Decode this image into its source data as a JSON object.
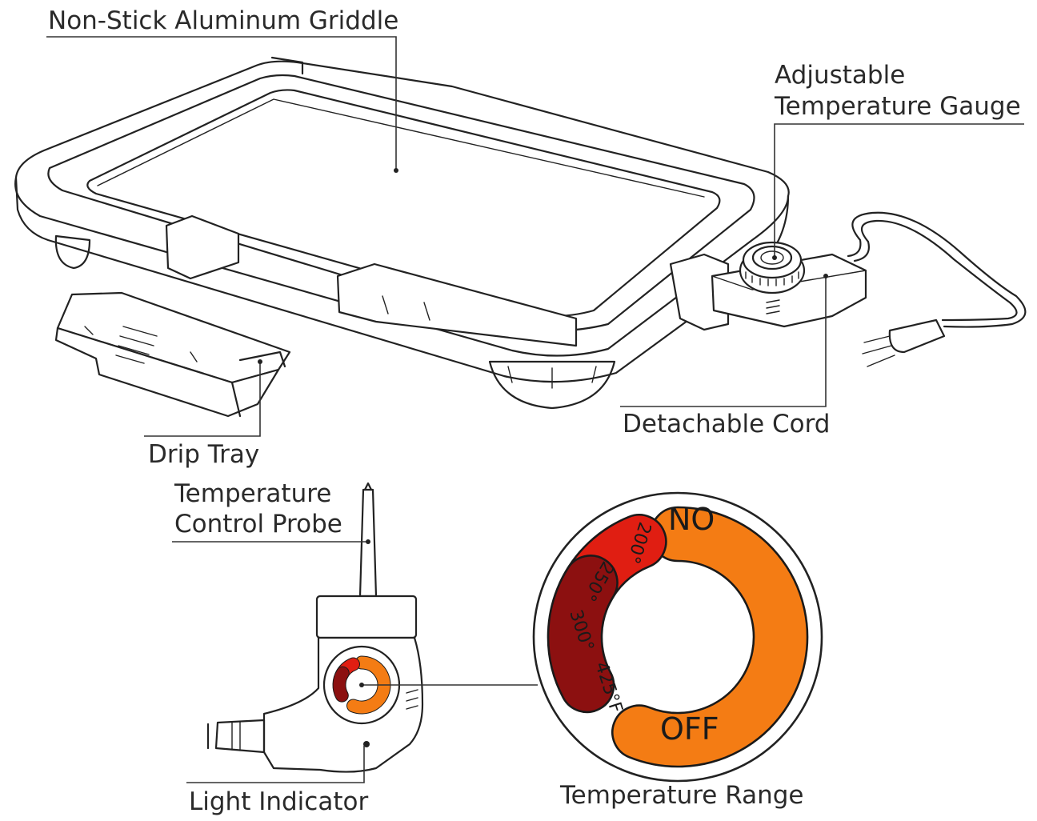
{
  "labels": {
    "griddle": "Non-Stick Aluminum Griddle",
    "gauge_line1": "Adjustable",
    "gauge_line2": "Temperature Gauge",
    "drip_tray": "Drip Tray",
    "cord": "Detachable Cord",
    "probe_line1": "Temperature",
    "probe_line2": "Control Probe",
    "light": "Light Indicator",
    "range": "Temperature Range"
  },
  "dial": {
    "on": "NO",
    "off": "OFF",
    "t200": "200°",
    "t250": "250°",
    "t300": "300°",
    "t425": "425°F",
    "colors": {
      "orange": "#f47c14",
      "red": "#e01e12",
      "dark_red": "#8c1010"
    }
  }
}
